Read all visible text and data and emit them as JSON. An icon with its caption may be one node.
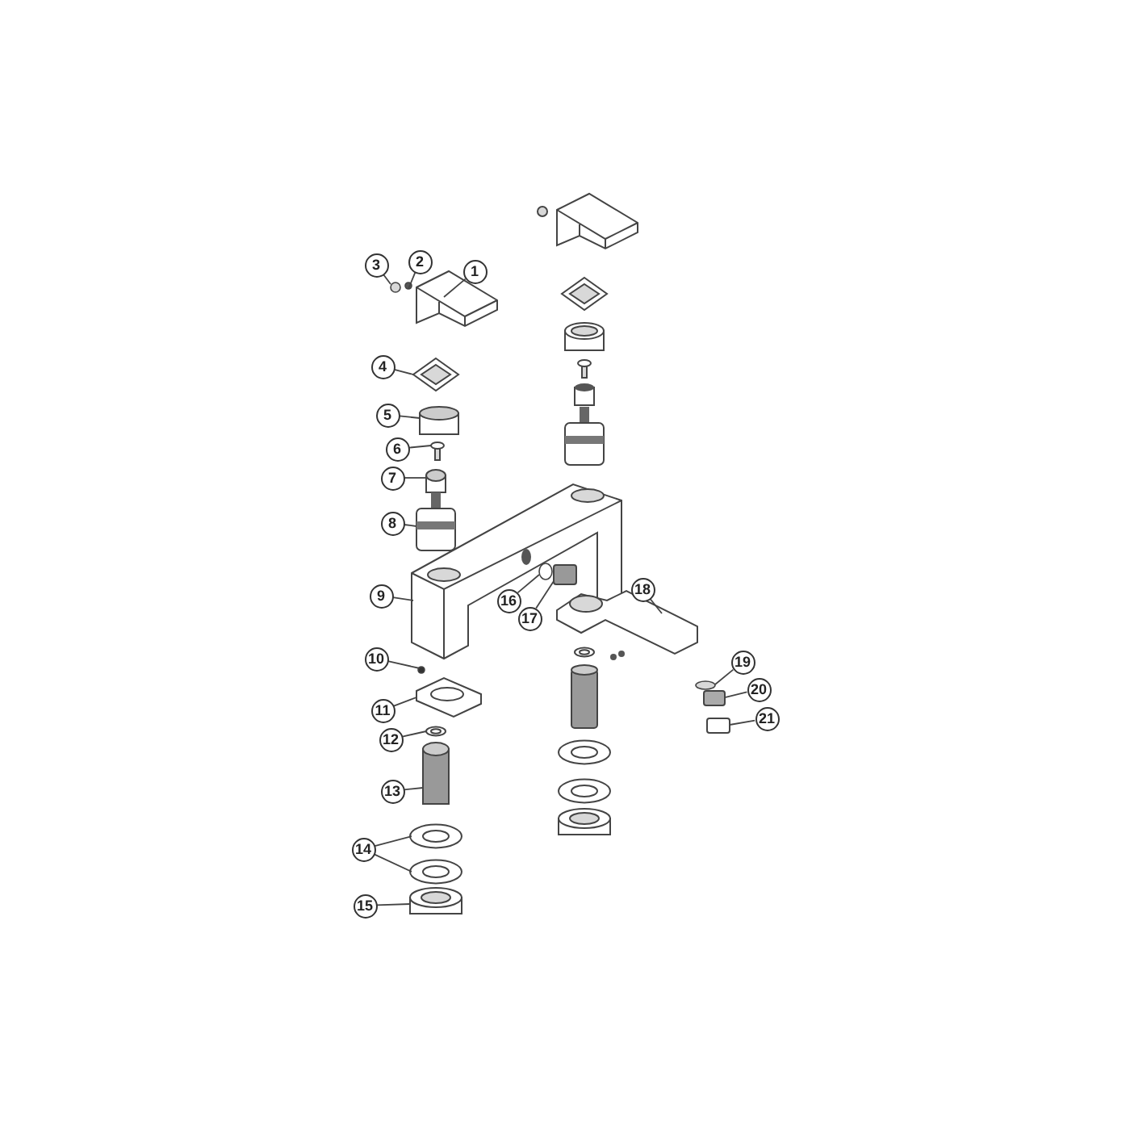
{
  "diagram": {
    "nodes": [
      {
        "text": [
          "1"
        ]
      },
      {
        "text": [
          "2"
        ]
      },
      {
        "text": [
          "3"
        ]
      },
      {
        "text": [
          "4"
        ]
      },
      {
        "text": [
          "5"
        ]
      },
      {
        "text": [
          "6"
        ]
      },
      {
        "text": [
          "7"
        ]
      },
      {
        "text": [
          "8"
        ]
      },
      {
        "text": [
          "9"
        ]
      },
      {
        "text": [
          "10"
        ]
      },
      {
        "text": [
          "11"
        ]
      },
      {
        "text": [
          "12"
        ]
      },
      {
        "text": [
          "13"
        ]
      },
      {
        "text": [
          "14"
        ]
      },
      {
        "text": [
          "15"
        ]
      },
      {
        "text": [
          "16"
        ]
      },
      {
        "text": [
          "17"
        ]
      },
      {
        "text": [
          "18"
        ]
      },
      {
        "text": [
          "19"
        ]
      },
      {
        "text": [
          "20"
        ]
      },
      {
        "text": [
          "21"
        ]
      },
      {
        "text": [],
        "shape": "picture"
      },
      {
        "text": [],
        "shape": "circle"
      },
      {
        "text": [],
        "shape": "circle"
      },
      {
        "text": [],
        "shape": "picture"
      },
      {
        "text": [],
        "shape": "cylinder"
      },
      {
        "text": [],
        "shape": "picture"
      },
      {
        "text": [],
        "shape": "cylinder"
      },
      {
        "text": [],
        "shape": "picture"
      },
      {
        "text": [],
        "shape": "picture"
      },
      {
        "text": [],
        "shape": "circle"
      },
      {
        "text": [],
        "shape": "picture"
      },
      {
        "text": [],
        "shape": "picture"
      },
      {
        "text": [],
        "shape": "cylinder"
      },
      {
        "text": [],
        "shape": "picture"
      },
      {
        "text": [],
        "shape": "picture"
      },
      {
        "text": [],
        "shape": "picture"
      },
      {
        "text": [],
        "shape": "circle"
      },
      {
        "text": [],
        "shape": "box"
      },
      {
        "text": [],
        "shape": "picture"
      },
      {
        "text": [],
        "shape": "circle"
      },
      {
        "text": [],
        "shape": "box"
      },
      {
        "text": [],
        "shape": "box"
      }
    ],
    "edges": [
      {
        "from": 0,
        "to": 21,
        "arrow": "none"
      },
      {
        "from": 1,
        "to": 22,
        "arrow": "none"
      },
      {
        "from": 2,
        "to": 23,
        "arrow": "none"
      },
      {
        "from": 3,
        "to": 24,
        "arrow": "none"
      },
      {
        "from": 4,
        "to": 25,
        "arrow": "none"
      },
      {
        "from": 5,
        "to": 26,
        "arrow": "none"
      },
      {
        "from": 6,
        "to": 27,
        "arrow": "none"
      },
      {
        "from": 7,
        "to": 28,
        "arrow": "none"
      },
      {
        "from": 8,
        "to": 29,
        "arrow": "none"
      },
      {
        "from": 9,
        "to": 30,
        "arrow": "none"
      },
      {
        "from": 10,
        "to": 31,
        "arrow": "none"
      },
      {
        "from": 11,
        "to": 32,
        "arrow": "none"
      },
      {
        "from": 12,
        "to": 33,
        "arrow": "none"
      },
      {
        "from": 13,
        "to": 34,
        "arrow": "none"
      },
      {
        "from": 13,
        "to": 35,
        "arrow": "none"
      },
      {
        "from": 14,
        "to": 36,
        "arrow": "none"
      },
      {
        "from": 15,
        "to": 37,
        "arrow": "none"
      },
      {
        "from": 16,
        "to": 38,
        "arrow": "none"
      },
      {
        "from": 17,
        "to": 39,
        "arrow": "none"
      },
      {
        "from": 18,
        "to": 40,
        "arrow": "none"
      },
      {
        "from": 19,
        "to": 41,
        "arrow": "none"
      },
      {
        "from": 20,
        "to": 42,
        "arrow": "none"
      }
    ]
  }
}
